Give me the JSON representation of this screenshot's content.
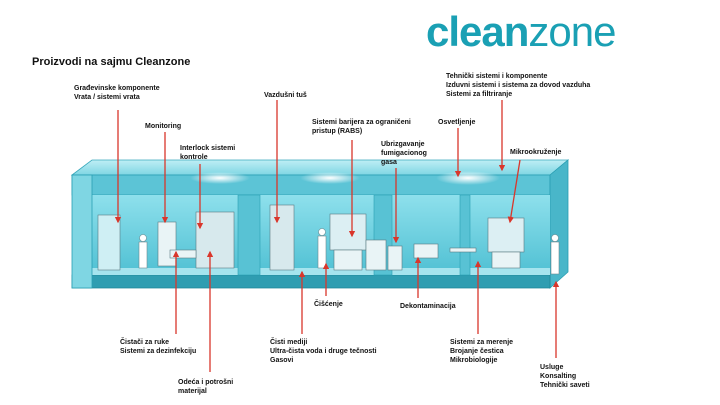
{
  "logo": {
    "bold": "clean",
    "light": "zone"
  },
  "title": "Proizvodi na sajmu Cleanzone",
  "colors": {
    "accent": "#1aa0b4",
    "room": "#6fd0df",
    "room_dark": "#2a9fb3",
    "arrow": "#d9362b"
  },
  "labels": {
    "gradevinske": [
      "Građevinske komponente",
      "Vrata / sistemi vrata"
    ],
    "monitoring": [
      "Monitoring"
    ],
    "interlock": [
      "Interlock sistemi",
      "kontrole"
    ],
    "vazdusni": [
      "Vazdušni tuš"
    ],
    "rabs": [
      "Sistemi barijera za ograničeni",
      "pristup (RABS)"
    ],
    "ubrizgavanje": [
      "Ubrizgavanje",
      "fumigacionog",
      "gasa"
    ],
    "osvetljenje": [
      "Osvetljenje"
    ],
    "tehnicki": [
      "Tehnički sistemi i komponente",
      "Izduvni sistemi i sistema za dovod vazduha",
      "Sistemi za filtriranje"
    ],
    "mikrookruzenje": [
      "Mikrookruženje"
    ],
    "cistaci": [
      "Čistači za ruke",
      "Sistemi za dezinfekciju"
    ],
    "odeca": [
      "Odeća i potrošni",
      "materijal"
    ],
    "cisti_mediji": [
      "Čisti mediji",
      "Ultra-čista voda i druge tečnosti",
      "Gasovi"
    ],
    "ciscenje": [
      "Čišćenje"
    ],
    "dekontaminacija": [
      "Dekontaminacija"
    ],
    "merenje": [
      "Sistemi za merenje",
      "Brojanje čestica",
      "Mikrobiologije"
    ],
    "usluge": [
      "Usluge",
      "Konsalting",
      "Tehnički saveti"
    ]
  }
}
